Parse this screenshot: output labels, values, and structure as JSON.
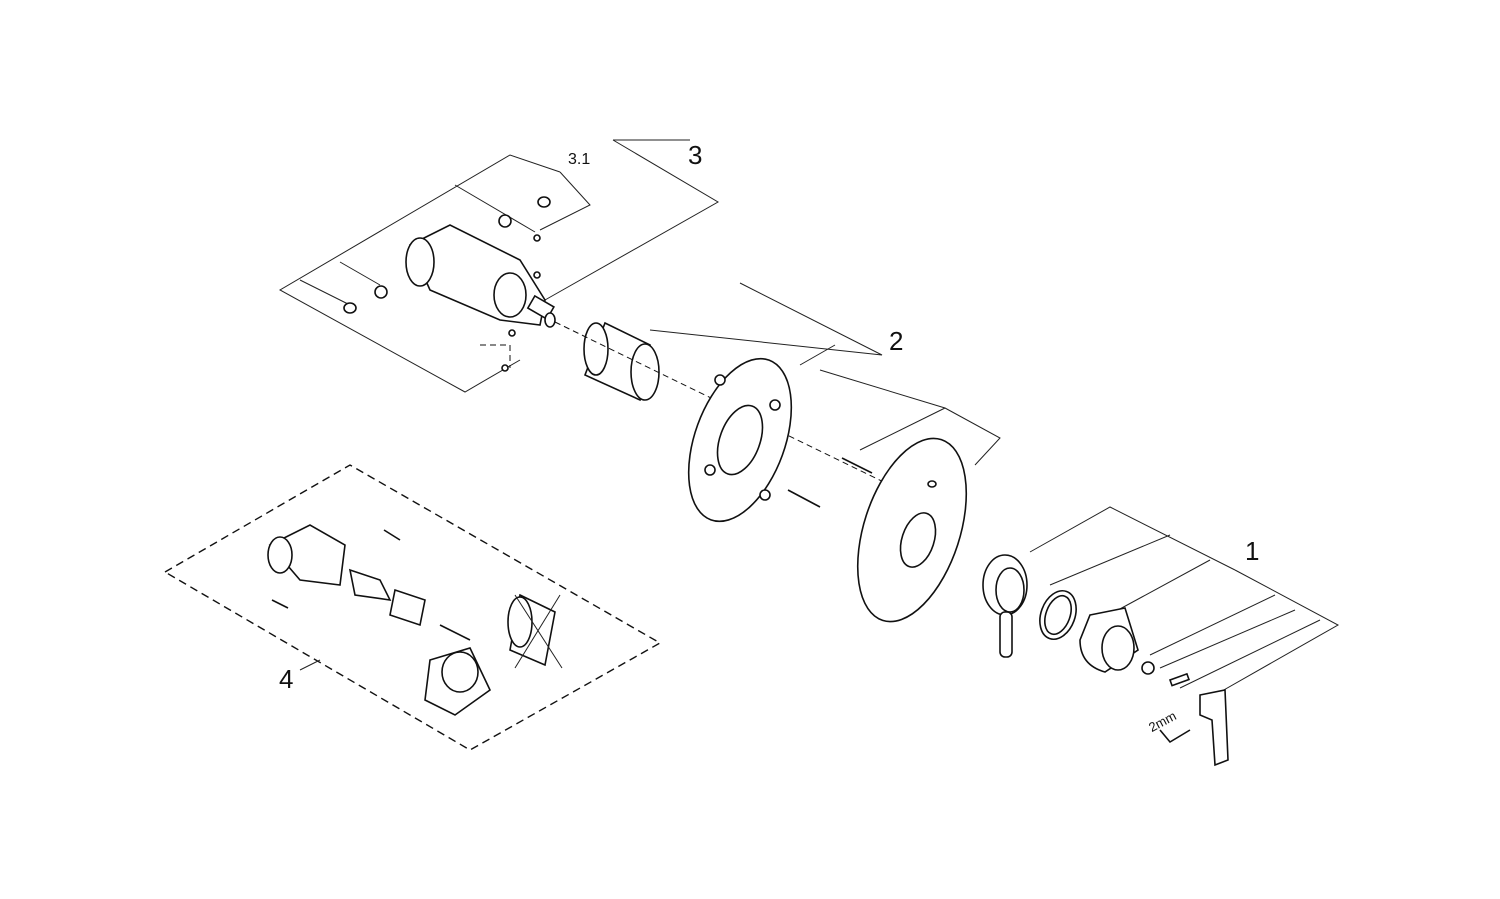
{
  "diagram": {
    "labels": {
      "item_3_1": "3.1",
      "item_3": "3",
      "item_2": "2",
      "item_1": "1",
      "item_4": "4",
      "tool_size": "2mm"
    }
  }
}
